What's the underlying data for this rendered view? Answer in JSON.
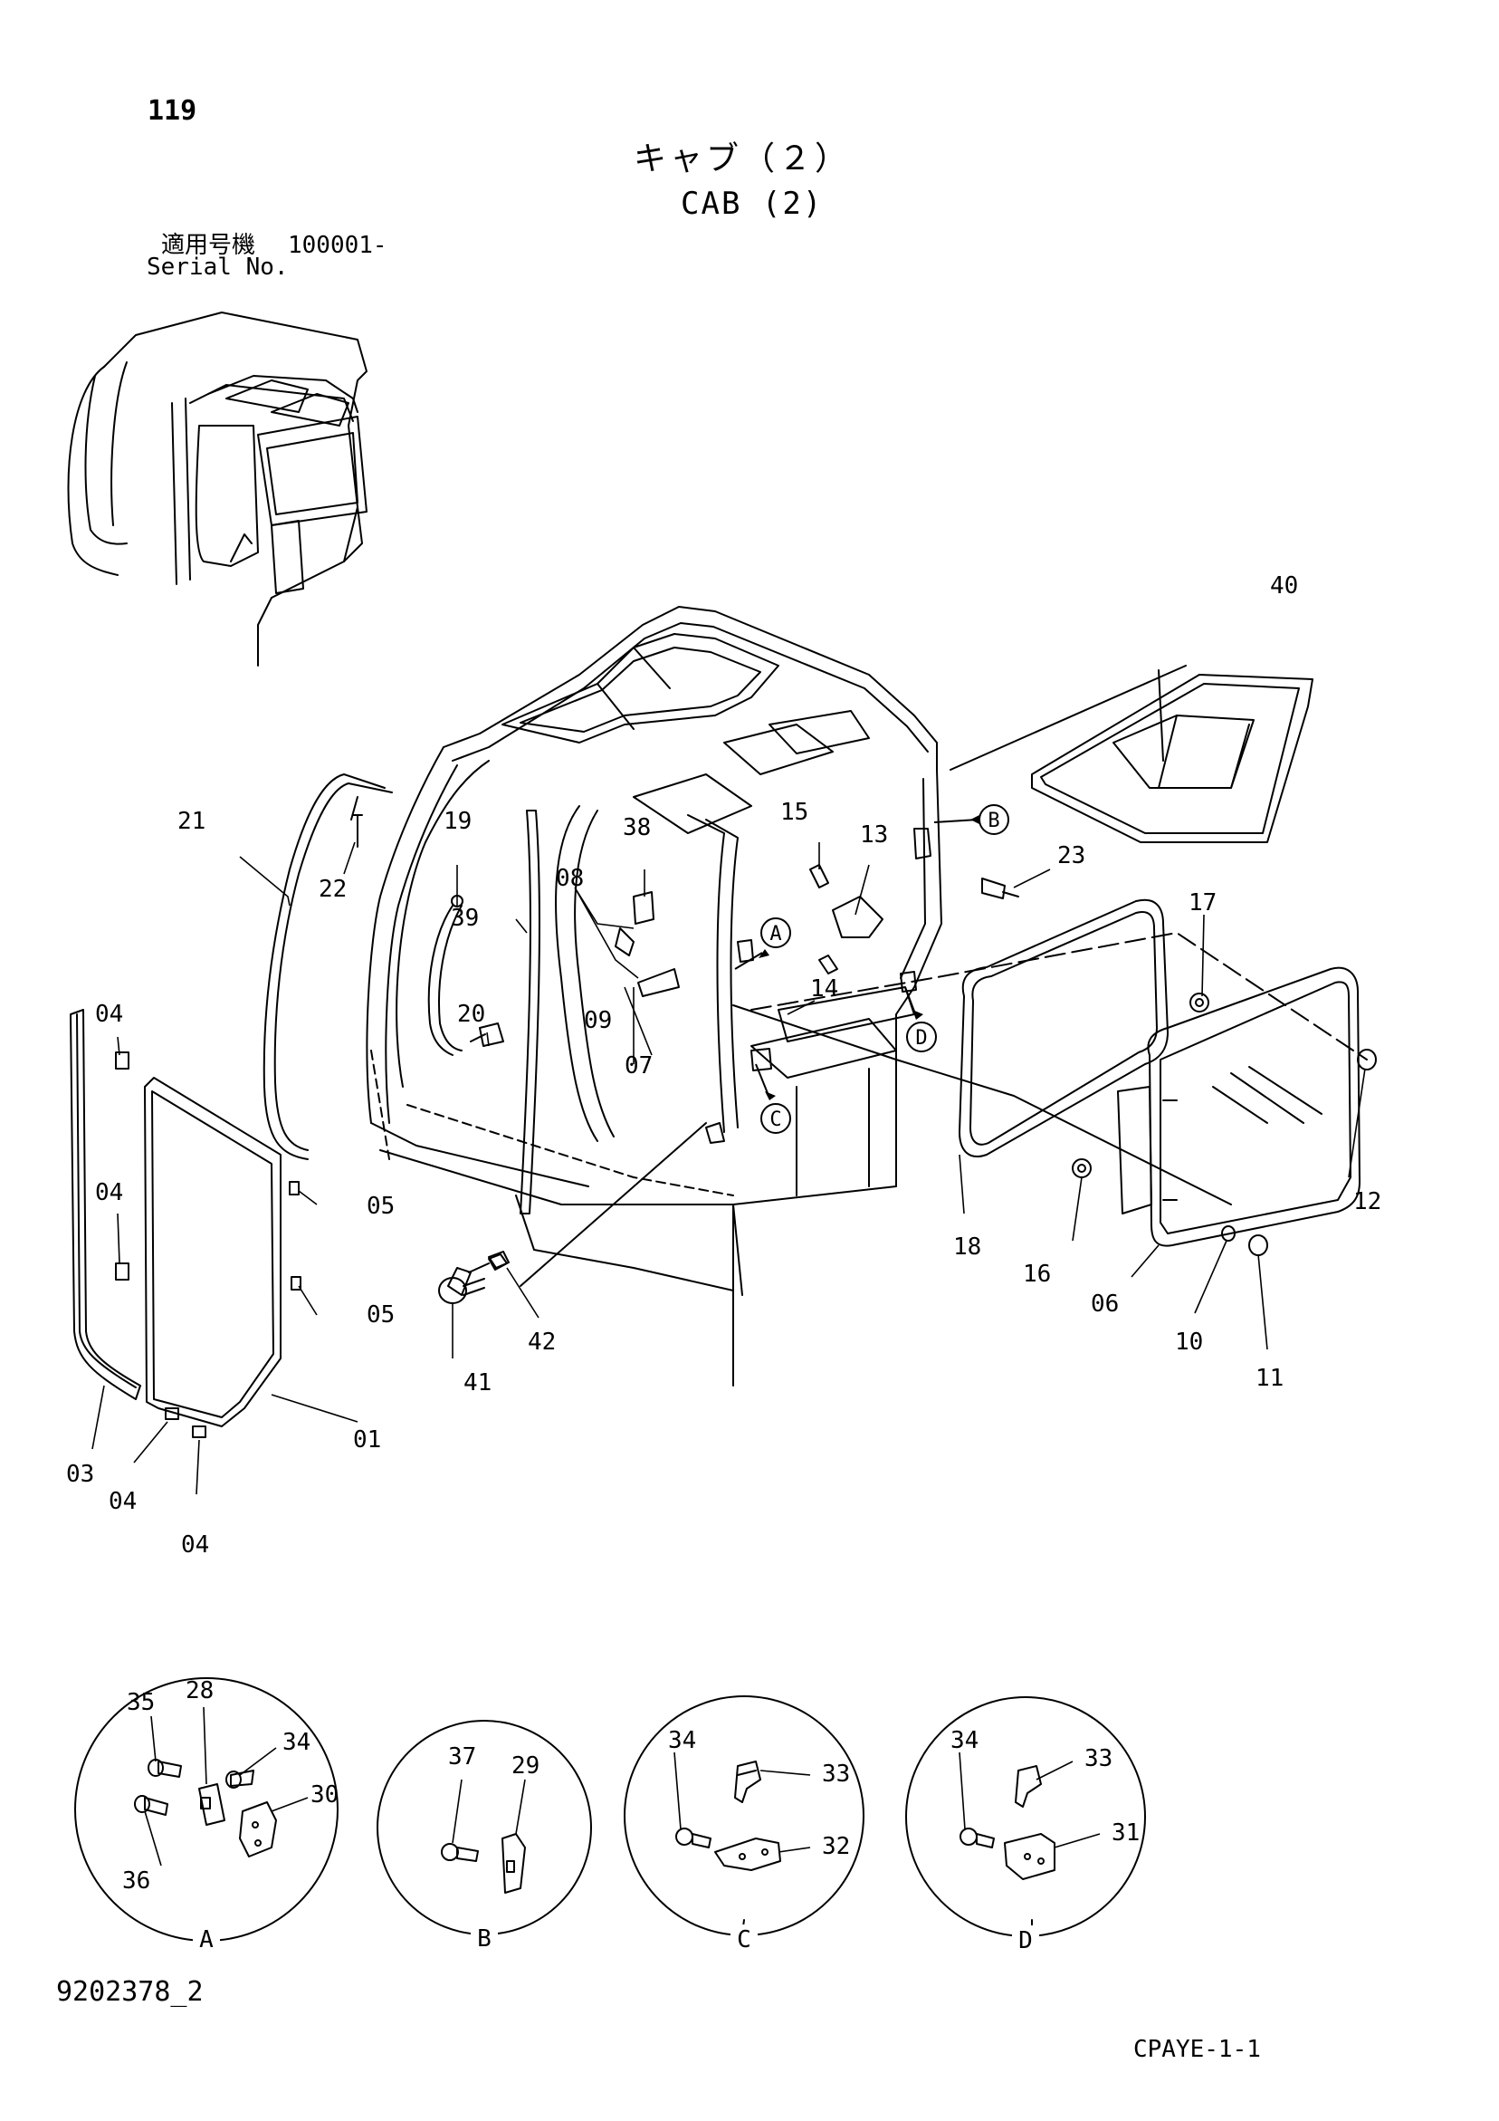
{
  "header": {
    "page_number": "119",
    "title_jp": "キャブ（２）",
    "title_en": "CAB (2)",
    "serial_label_jp": "適用号機",
    "serial_value": "100001-",
    "serial_label_en": "Serial No."
  },
  "footer": {
    "doc_code": "9202378_2",
    "page_code": "CPAYE-1-1"
  },
  "callouts": {
    "main": [
      "40",
      "21",
      "22",
      "19",
      "38",
      "15",
      "13",
      "23",
      "08",
      "39",
      "17",
      "04",
      "20",
      "09",
      "07",
      "14",
      "04",
      "05",
      "12",
      "05",
      "18",
      "16",
      "06",
      "10",
      "11",
      "42",
      "41",
      "01",
      "03",
      "04",
      "04"
    ],
    "detail_markers": [
      "A",
      "B",
      "C",
      "D"
    ]
  },
  "details": [
    {
      "label": "A",
      "parts": [
        "35",
        "28",
        "34",
        "30",
        "36"
      ]
    },
    {
      "label": "B",
      "parts": [
        "37",
        "29"
      ]
    },
    {
      "label": "C",
      "parts": [
        "34",
        "33",
        "32"
      ]
    },
    {
      "label": "D",
      "parts": [
        "34",
        "33",
        "31"
      ]
    }
  ]
}
